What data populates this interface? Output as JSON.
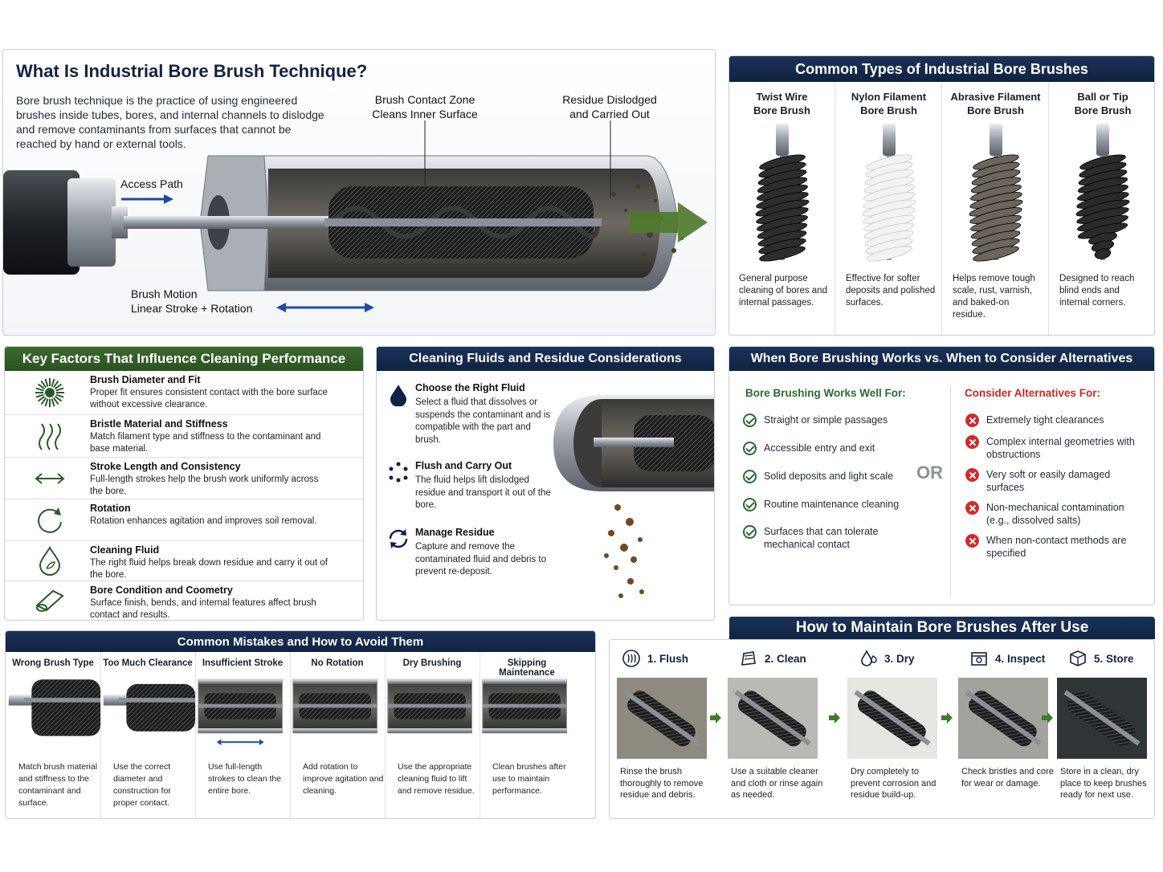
{
  "intro": {
    "title": "What Is Industrial Bore Brush Technique?",
    "description": "Bore brush technique is the practice of using engineered brushes inside tubes, bores, and internal channels to dislodge and remove contaminants from surfaces that cannot be reached by hand or external tools.",
    "label_contact_1": "Brush Contact Zone",
    "label_contact_2": "Cleans Inner Surface",
    "label_residue_1": "Residue Dislodged",
    "label_residue_2": "and Carried Out",
    "label_access": "Access Path",
    "label_motion_1": "Brush Motion",
    "label_motion_2": "Linear Stroke + Rotation"
  },
  "types": {
    "title": "Common Types of Industrial Bore Brushes",
    "items": [
      {
        "name1": "Twist Wire",
        "name2": "Bore Brush",
        "desc": "General purpose cleaning of bores and internal passages.",
        "color": "#2d2d2d"
      },
      {
        "name1": "Nylon Filament",
        "name2": "Bore Brush",
        "desc": "Effective for softer deposits and polished surfaces.",
        "color": "#f3f3f3"
      },
      {
        "name1": "Abrasive Filament",
        "name2": "Bore Brush",
        "desc": "Helps remove tough scale, rust, varnish, and baked-on residue.",
        "color": "#6b655b"
      },
      {
        "name1": "Ball or Tip",
        "name2": "Bore Brush",
        "desc": "Designed to reach blind ends and internal corners.",
        "color": "#2a2a2a"
      }
    ]
  },
  "factors": {
    "title": "Key Factors That Influence Cleaning Performance",
    "items": [
      {
        "title": "Brush Diameter and Fit",
        "desc": "Proper fit ensures consistent contact with the bore surface without excessive clearance.",
        "icon": "radial-brush-icon"
      },
      {
        "title": "Bristle Material and Stiffness",
        "desc": "Match filament type and stiffness to the contaminant and base material.",
        "icon": "bristles-icon"
      },
      {
        "title": "Stroke Length and Consistency",
        "desc": "Full-length strokes help the brush work uniformly across the bore.",
        "icon": "double-arrow-icon"
      },
      {
        "title": "Rotation",
        "desc": "Rotation enhances agitation and improves soil removal.",
        "icon": "rotation-icon"
      },
      {
        "title": "Cleaning Fluid",
        "desc": "The right fluid helps break down residue and carry it out of the bore.",
        "icon": "droplet-leaf-icon"
      },
      {
        "title": "Bore Condition and Coometry",
        "desc": "Surface finish, bends, and internal features affect brush contact and results.",
        "icon": "tube-icon"
      }
    ]
  },
  "fluids": {
    "title": "Cleaning Fluids and Residue Considerations",
    "items": [
      {
        "title": "Choose the Right Fluid",
        "desc": "Select a fluid that dissolves or suspends the contaminant and is compatible with the part and brush."
      },
      {
        "title": "Flush and Carry Out",
        "desc": "The fluid helps lift dislodged residue and transport it out of the bore."
      },
      {
        "title": "Manage Residue",
        "desc": "Capture and remove the contaminated fluid and debris to prevent re-deposit."
      }
    ]
  },
  "works": {
    "title": "When Bore Brushing Works vs. When to Consider Alternatives",
    "good_title": "Bore Brushing Works Well For:",
    "good": [
      "Straight or simple passages",
      "Accessible entry and exit",
      "Solid deposits and light scale",
      "Routine maintenance cleaning",
      "Surfaces that can tolerate mechanical contact"
    ],
    "or": "OR",
    "alt_title": "Consider Alternatives For:",
    "alt": [
      "Extremely tight clearances",
      "Complex internal geometries with obstructions",
      "Very soft or easily damaged surfaces",
      "Non-mechanical contamination (e.g., dissolved salts)",
      "When non-contact methods are specified"
    ],
    "good_color": "#2b6a34",
    "alt_color": "#c62828"
  },
  "mistakes": {
    "title": "Common Mistakes and How to Avoid Them",
    "items": [
      {
        "title": "Wrong Brush Type",
        "desc": "Match brush material and stiffness to the contaminant and surface."
      },
      {
        "title": "Too Much Clearance",
        "desc": "Use the correct diameter and construction for proper contact."
      },
      {
        "title": "Insufficient Stroke",
        "desc": "Use full-length strokes to clean the entire bore."
      },
      {
        "title": "No Rotation",
        "desc": "Add rotation to improve agitation and cleaning."
      },
      {
        "title": "Dry Brushing",
        "desc": "Use the appropriate cleaning fluid to lift and remove residue."
      },
      {
        "title": "Skipping Maintenance",
        "desc": "Clean brushes after use to maintain performance."
      }
    ]
  },
  "maintain": {
    "title": "How to Maintain Bore Brushes After Use",
    "steps": [
      {
        "title": "1. Flush",
        "desc": "Rinse the brush thoroughly to remove residue and debris.",
        "icon": "flush-icon"
      },
      {
        "title": "2. Clean",
        "desc": "Use a suitable cleaner and cloth or rinse again as needed.",
        "icon": "cloth-icon"
      },
      {
        "title": "3. Dry",
        "desc": "Dry completely to prevent corrosion and residue build-up.",
        "icon": "drops-icon"
      },
      {
        "title": "4. Inspect",
        "desc": "Check bristles and core for wear or damage.",
        "icon": "inspect-icon"
      },
      {
        "title": "5. Store",
        "desc": "Store in a clean, dry place to keep brushes ready for next use.",
        "icon": "box-icon"
      }
    ]
  }
}
